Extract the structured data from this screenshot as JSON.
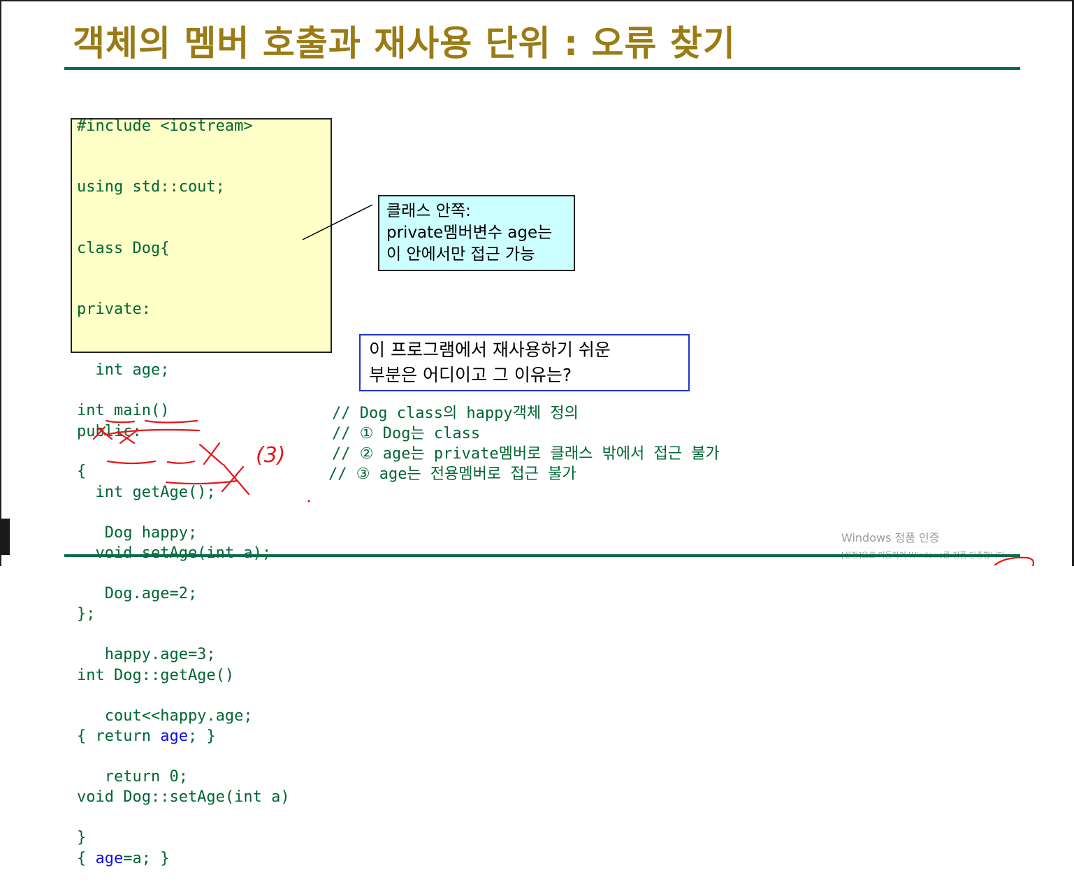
{
  "title": "객체의 멤버 호출과 재사용 단위 : 오류 찾기",
  "code_top": [
    "#include <iostream>",
    "using std::cout;"
  ],
  "class_code": {
    "l1": "class Dog{",
    "l2": "private:",
    "l3": "  int age;",
    "l4": "public:",
    "l5": "  int getAge();",
    "l6": "  void setAge(int a);",
    "l7": "};",
    "l8": "int Dog::getAge()",
    "l9_pre": "{ return ",
    "l9_var": "age",
    "l9_post": "; }",
    "l10": "void Dog::setAge(int a)",
    "l11_pre": "{ ",
    "l11_var": "age",
    "l11_post": "=a; }"
  },
  "main_code": {
    "l1": "int main()",
    "l2": "{",
    "l3": "   Dog happy;",
    "l4": "   Dog.age=2;",
    "l5": "   happy.age=3;",
    "l6": "   cout<<happy.age;",
    "l7": "   return 0;",
    "l8": "}"
  },
  "comments": {
    "c1": "// Dog class의 happy객체 정의",
    "c2": "// ① Dog는 class",
    "c3": "// ② age는 private멤버로 클래스 밖에서 접근 불가",
    "c4": "// ③ age는 전용멤버로 접근 불가"
  },
  "callout_class": [
    "클래스 안쪽:",
    "private멤버변수 age는",
    "이 안에서만 접근 가능"
  ],
  "callout_question": [
    "이 프로그램에서 재사용하기 쉬운",
    "부분은 어디이고 그 이유는?"
  ],
  "annotation_mark": "(3)",
  "watermark": {
    "line1": "Windows 정품 인증",
    "line2": "[설정]으로 이동하여 Windows를 정품 인증합니다."
  },
  "colors": {
    "title": "#9a7b14",
    "rule": "#0b6b4a",
    "code": "#006633",
    "highlight_var": "#1010e0",
    "class_box_bg": "#ffffc8",
    "callout_bg": "#ccffff",
    "ink": "#e8151b"
  }
}
